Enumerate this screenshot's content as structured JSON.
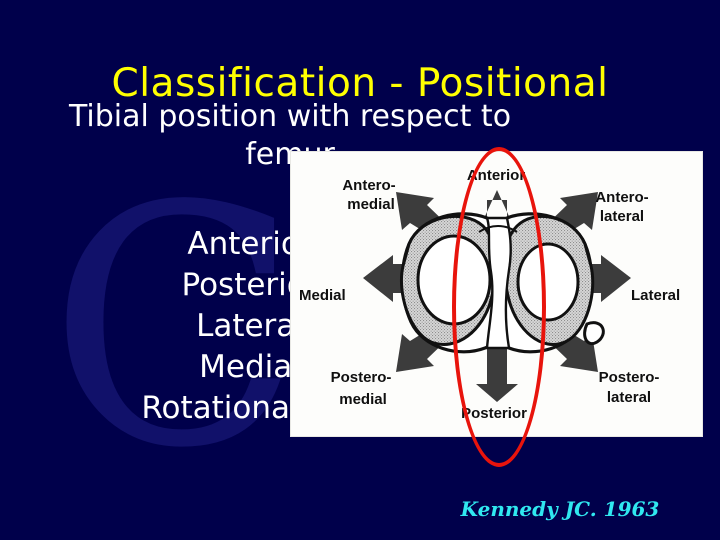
{
  "slide": {
    "background_color": "#00004b",
    "watermark_letter": "C"
  },
  "title": {
    "text": "Classification - Positional",
    "color": "#ffff00"
  },
  "subtitle": {
    "line1": "Tibial position with respect to",
    "line2": "femur",
    "color": "#ffffff"
  },
  "bullets": [
    {
      "label": "Anterior"
    },
    {
      "label": "Posterior"
    },
    {
      "label": "Lateral"
    },
    {
      "label": "Medial"
    },
    {
      "label": "Rotational (±)"
    }
  ],
  "figure": {
    "background_color": "#fdfdfb",
    "highlight_color": "#e8140c",
    "arrow_color": "#3c3c3c",
    "labels": {
      "anterior": "Anterior",
      "antero_medial_1": "Antero-",
      "antero_medial_2": "medial",
      "antero_lateral_1": "Antero-",
      "antero_lateral_2": "lateral",
      "medial": "Medial",
      "lateral": "Lateral",
      "postero_medial_1": "Postero-",
      "postero_medial_2": "medial",
      "postero_lateral_1": "Postero-",
      "postero_lateral_2": "lateral",
      "posterior": "Posterior"
    }
  },
  "citation": {
    "text": "Kennedy JC. 1963",
    "color": "#30e8f0"
  }
}
